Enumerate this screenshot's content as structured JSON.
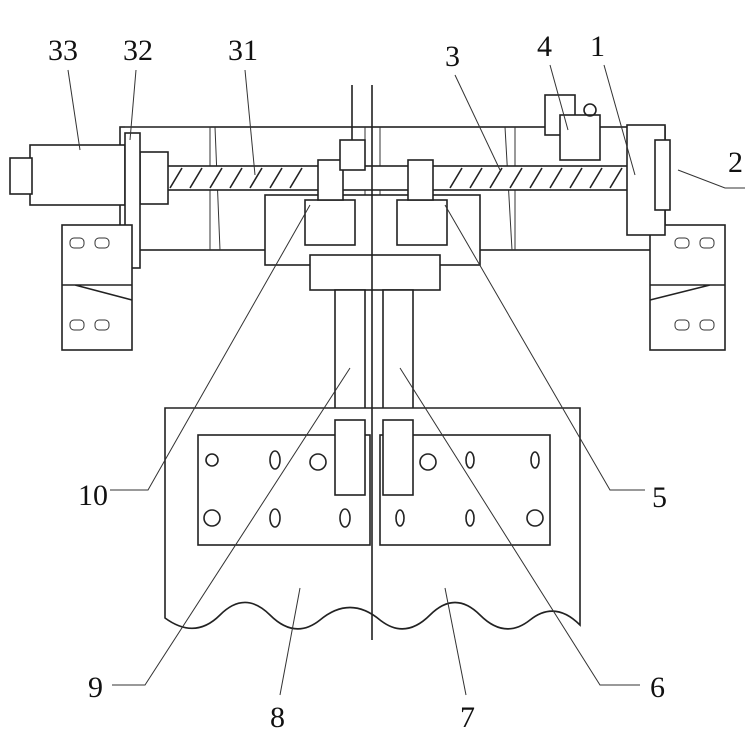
{
  "labels": {
    "l33": "33",
    "l32": "32",
    "l31": "31",
    "l3": "3",
    "l4": "4",
    "l1": "1",
    "l2": "2",
    "l10": "10",
    "l5": "5",
    "l9": "9",
    "l8": "8",
    "l7": "7",
    "l6": "6"
  }
}
